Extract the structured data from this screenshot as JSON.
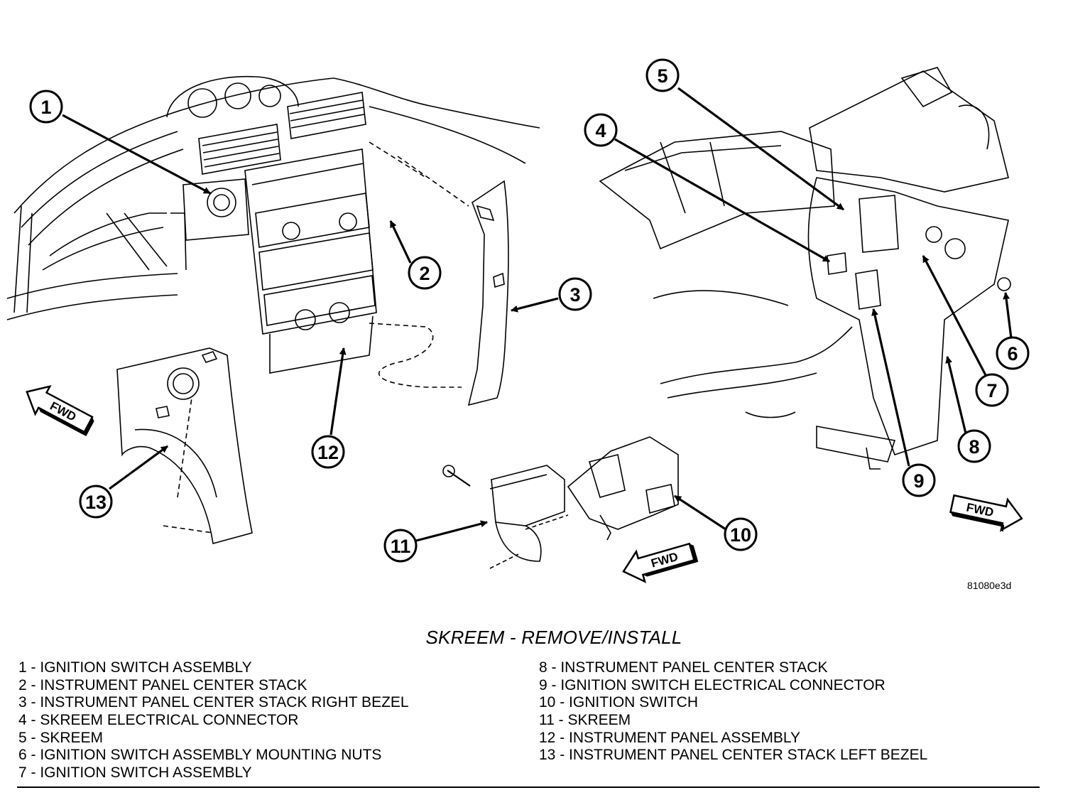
{
  "figure_code": "81080e3d",
  "caption": "SKREEM - REMOVE/INSTALL",
  "fwd_label": "FWD",
  "callouts": [
    "1",
    "2",
    "3",
    "4",
    "5",
    "6",
    "7",
    "8",
    "9",
    "10",
    "11",
    "12",
    "13"
  ],
  "legend": {
    "left": [
      "1 - IGNITION SWITCH ASSEMBLY",
      "2 - INSTRUMENT PANEL CENTER STACK",
      "3 - INSTRUMENT PANEL CENTER STACK RIGHT BEZEL",
      "4 - SKREEM ELECTRICAL CONNECTOR",
      "5 - SKREEM",
      "6 - IGNITION SWITCH ASSEMBLY MOUNTING NUTS",
      "7 - IGNITION SWITCH ASSEMBLY"
    ],
    "right": [
      "8 - INSTRUMENT PANEL CENTER STACK",
      "9 - IGNITION SWITCH ELECTRICAL CONNECTOR",
      "10 - IGNITION SWITCH",
      "11 - SKREEM",
      "12 - INSTRUMENT PANEL ASSEMBLY",
      "13 - INSTRUMENT PANEL CENTER STACK LEFT BEZEL"
    ]
  }
}
